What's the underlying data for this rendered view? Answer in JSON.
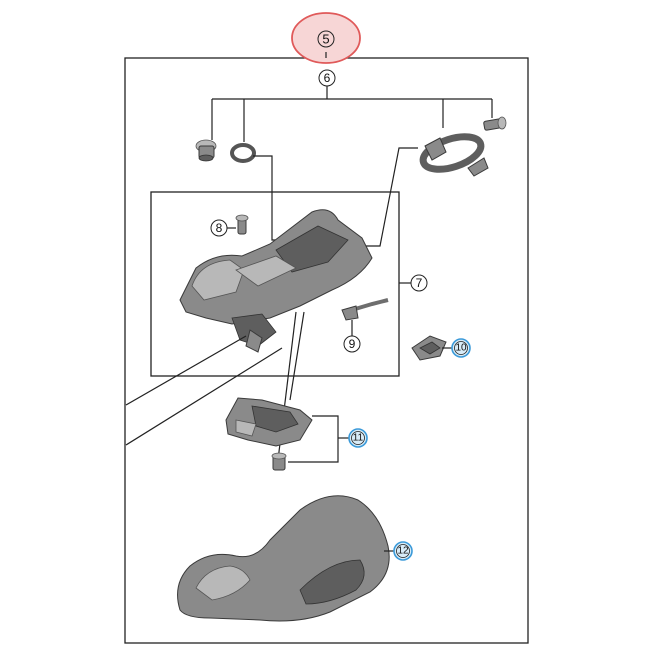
{
  "colors": {
    "highlight_ring": "#e05a5a",
    "highlight_fill": "#f7d6d6",
    "blue_callout_ring": "#3b9ad9",
    "blue_callout_fill": "#d8ecf8",
    "line": "#222222",
    "part_gray": "#8a8a8a"
  },
  "callouts": {
    "c5": "5",
    "c6": "6",
    "c7": "7",
    "c8": "8",
    "c9": "9",
    "c10": "10",
    "c11": "11",
    "c12": "12"
  }
}
